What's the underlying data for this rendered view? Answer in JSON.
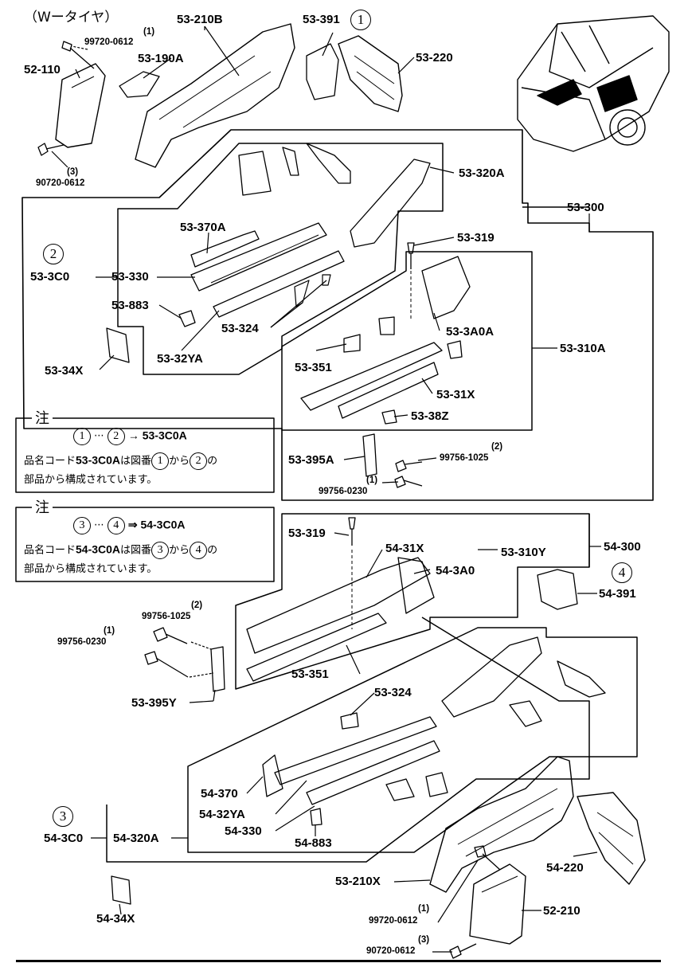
{
  "header": "（Wータイヤ）",
  "circled": {
    "c1": "1",
    "c2": "2",
    "c3": "3",
    "c4": "4"
  },
  "parts": {
    "p53_210B": "53-210B",
    "p53_391": "53-391",
    "p99720_0612_top": "99720-0612",
    "q1_top": "(1)",
    "p53_190A": "53-190A",
    "p53_220": "53-220",
    "p52_110": "52-110",
    "p90720_0612_top": "90720-0612",
    "q3_top": "(3)",
    "p53_320A": "53-320A",
    "p53_300": "53-300",
    "p53_319_top": "53-319",
    "p53_370A": "53-370A",
    "p53_3C0": "53-3C0",
    "p53_330": "53-330",
    "p53_883": "53-883",
    "p53_324_top": "53-324",
    "p53_32YA": "53-32YA",
    "p53_34X": "53-34X",
    "p53_3A0A": "53-3A0A",
    "p53_310A": "53-310A",
    "p53_351_top": "53-351",
    "p53_31X": "53-31X",
    "p53_38Z": "53-38Z",
    "p53_395A": "53-395A",
    "p99756_1025_a": "99756-1025",
    "q2_a": "(2)",
    "p99756_0230_a": "99756-0230",
    "q1_a": "(1)",
    "p53_319_bot": "53-319",
    "p54_31X": "54-31X",
    "p53_310Y": "53-310Y",
    "p54_300": "54-300",
    "p54_3A0": "54-3A0",
    "p54_391": "54-391",
    "p99756_1025_b": "99756-1025",
    "q2_b": "(2)",
    "p99756_0230_b": "99756-0230",
    "q1_b": "(1)",
    "p53_351_bot": "53-351",
    "p53_395Y": "53-395Y",
    "p53_324_bot": "53-324",
    "p54_370": "54-370",
    "p54_32YA": "54-32YA",
    "p54_330": "54-330",
    "p54_883": "54-883",
    "p54_3C0": "54-3C0",
    "p54_320A": "54-320A",
    "p53_210X": "53-210X",
    "p54_220": "54-220",
    "p52_210": "52-210",
    "p99720_0612_bot": "99720-0612",
    "q1_bot": "(1)",
    "p90720_0612_bot": "90720-0612",
    "q3_bot": "(3)",
    "p54_34X": "54-34X"
  },
  "notes": [
    {
      "title": "注",
      "arrow_text": "→ 53-3C0A",
      "dots": "···",
      "line2_pre": "品名コード",
      "line2_code": "53-3C0A",
      "line2_mid": "は図番",
      "line2_from": "から",
      "line2_post": "の",
      "line3": "部品から構成されています。"
    },
    {
      "title": "注",
      "arrow_text": "⇒ 54-3C0A",
      "dots": "···",
      "line2_pre": "品名コード",
      "line2_code": "54-3C0A",
      "line2_mid": "は図番",
      "line2_from": "から",
      "line2_post": "の",
      "line3": "部品から構成されています。"
    }
  ]
}
